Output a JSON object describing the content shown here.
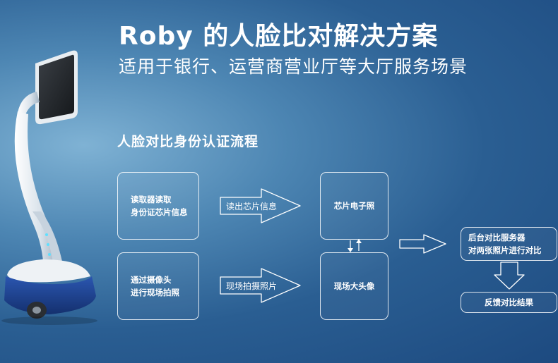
{
  "header": {
    "title": "Roby 的人脸比对解决方案",
    "subtitle": "适用于银行、运营商营业厅等大厅服务场景"
  },
  "section_title": "人脸对比身份认证流程",
  "flow": {
    "step_read_card": "读取器读取\n身份证芯片信息",
    "step_capture_photo": "通过摄像头\n进行现场拍照",
    "arrow_read_chip": "读出芯片信息",
    "arrow_capture": "现场拍摄照片",
    "chip_photo": "芯片电子照",
    "live_photo": "现场大头像",
    "server_compare": "后台对比服务器\n对两张照片进行对比",
    "result": "反馈对比结果"
  },
  "colors": {
    "background_center": "#7fb2d4",
    "background_edge": "#1d4a80",
    "line": "#ffffff",
    "robot_base": "#1e3f8a"
  }
}
